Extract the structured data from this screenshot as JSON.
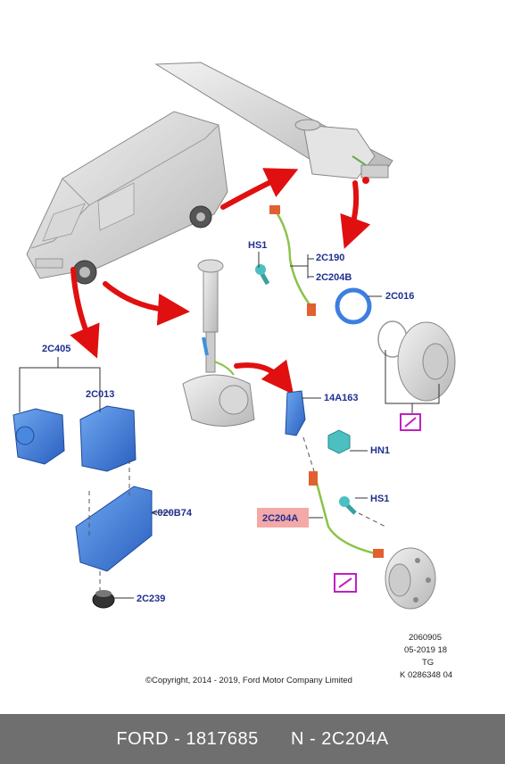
{
  "labels": {
    "hs1_top": "HS1",
    "c2c190": "2C190",
    "c2c204b": "2C204B",
    "c2c016": "2C016",
    "c2c405": "2C405",
    "c2c013": "2C013",
    "c14a163": "14A163",
    "hn1": "HN1",
    "hs1_bottom": "HS1",
    "c2c204a": "2C204A",
    "c020b74": "<020B74",
    "c2c239": "2C239"
  },
  "meta": {
    "line1": "2060905",
    "line2": "05-2019 18",
    "line3": "TG",
    "line4": "K 0286348 04",
    "copyright": "©Copyright, 2014 - 2019, Ford Motor Company Limited"
  },
  "footer": {
    "text": "FORD - 1817685      N - 2C204A"
  },
  "colors": {
    "arrow": "#e01010",
    "label": "#1f2f8f",
    "highlight": "#f4a8a8",
    "blue_part": "#3d7fe0",
    "magenta": "#c020c0",
    "footer_bg": "#6f6f6f"
  }
}
